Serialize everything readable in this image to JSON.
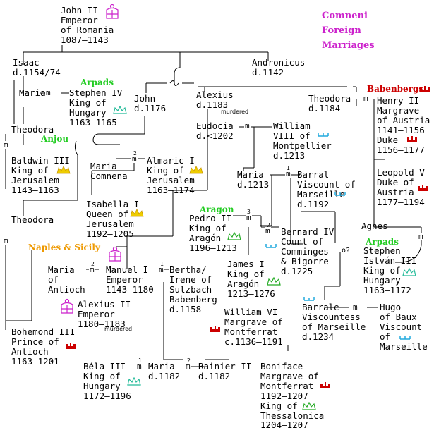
{
  "title": [
    "Comneni",
    "Foreign",
    "Marriages"
  ],
  "people": {
    "john_ii": [
      "John II",
      "Emperor",
      "of Romania",
      "1087–1143"
    ],
    "isaac": [
      "Isaac",
      "d.1154/74"
    ],
    "andronicus": [
      "Andronicus",
      "d.1142"
    ],
    "maria_stephen": [
      "Maria"
    ],
    "stephen_iv": [
      "Stephen IV",
      "King of",
      "Hungary",
      "1163–1165"
    ],
    "john": [
      "John",
      "d.1176"
    ],
    "alexius": [
      "Alexius",
      "d.1183"
    ],
    "theodora_andr": [
      "Theodora",
      "d.1184"
    ],
    "henry_ii": [
      "Henry II",
      "Margrave",
      "of Austria",
      "1141–1156",
      "Duke",
      "1156–1177"
    ],
    "theodora_isaac": [
      "Theodora"
    ],
    "eudocia": [
      "Eudocia",
      "d.<1202"
    ],
    "william_viii": [
      "William",
      "VIII of",
      "Montpellier",
      "d.1213"
    ],
    "baldwin_iii": [
      "Baldwin III",
      "King of",
      "Jerusalem",
      "1143–1163"
    ],
    "maria_comnena": [
      "Maria",
      "Comnena"
    ],
    "almaric_i": [
      "Almaric I",
      "King of",
      "Jerusalem",
      "1163–1174"
    ],
    "leopold_v": [
      "Leopold V",
      "Duke of",
      "Austria",
      "1177–1194"
    ],
    "maria_1213": [
      "Maria",
      "d.1213"
    ],
    "barral": [
      "Barral",
      "Viscount of",
      "Marseille",
      "d.1192"
    ],
    "isabella_i": [
      "Isabella I",
      "Queen of",
      "Jerusalem",
      "1192–1205"
    ],
    "theodora_john": [
      "Theodora"
    ],
    "pedro_ii": [
      "Pedro II",
      "King of",
      "Aragón",
      "1196–1213"
    ],
    "bernard_iv": [
      "Bernard IV",
      "Count of",
      "Comminges",
      "& Bigorre",
      "d.1225"
    ],
    "agnes": [
      "Agnes"
    ],
    "stephen_istvan": [
      "Stephen",
      "István III",
      "King of",
      "Hungary",
      "1163–1172"
    ],
    "maria_antioch": [
      "Maria",
      "of",
      "Antioch"
    ],
    "manuel_i": [
      "Manuel I"
    ],
    "manuel_i_tail": [
      "Emperor",
      "1143–1180"
    ],
    "bertha": [
      "Bertha/",
      "Irene of",
      "Sulzbach-",
      "Babenberg",
      "d.1158"
    ],
    "james_i": [
      "James I",
      "King of",
      "Aragón",
      "1213–1276"
    ],
    "alexius_ii": [
      "Alexius II",
      "Emperor",
      "1180–1183"
    ],
    "barrale": [
      "Barrale",
      "Viscountess",
      "of Marseille",
      "d.1234"
    ],
    "hugo": [
      "Hugo",
      "of Baux",
      "Viscount",
      "of",
      "Marseille"
    ],
    "william_vi": [
      "William VI",
      "Margrave of",
      "Montferrat",
      "c.1136–1191"
    ],
    "bohemond_iii": [
      "Bohemond III",
      "Prince of",
      "Antioch",
      "1163–1201"
    ],
    "bela_iii": [
      "Béla III"
    ],
    "bela_iii_tail": [
      "King of",
      "Hungary",
      "1172–1196"
    ],
    "maria_1182": [
      "Maria",
      "d.1182"
    ],
    "rainier_ii": [
      "Rainier II",
      "d.1182"
    ],
    "boniface": [
      "Boniface",
      "Margrave of",
      "Montferrat",
      "1192–1207",
      "King of",
      "Thessalonica",
      "1204–1207"
    ]
  },
  "houses": {
    "arpads_1": "Arpads",
    "babenbergs": "Babenbergs",
    "anjou": "Anjou",
    "aragon": "Aragon",
    "arpads_2": "Arpads",
    "naples_sicily": "Naples & Sicily"
  },
  "notes": {
    "murdered_1": "murdered",
    "murdered_2": "murdered",
    "question": "o?"
  },
  "marriage_marker": "m",
  "colors": {
    "title": "#cc22cc",
    "house_green": "#22cc22",
    "house_red": "#cc0000",
    "house_orange": "#ee9900",
    "crown_byzantine": "#cc22cc",
    "crown_hungary": "#22bb99",
    "crown_jerusalem": "#eecc00",
    "crown_aragon": "#22aa22",
    "crown_babenberg": "#cc0000",
    "crown_montferrat": "#cc0000",
    "crown_montpellier": "#22aadd"
  }
}
